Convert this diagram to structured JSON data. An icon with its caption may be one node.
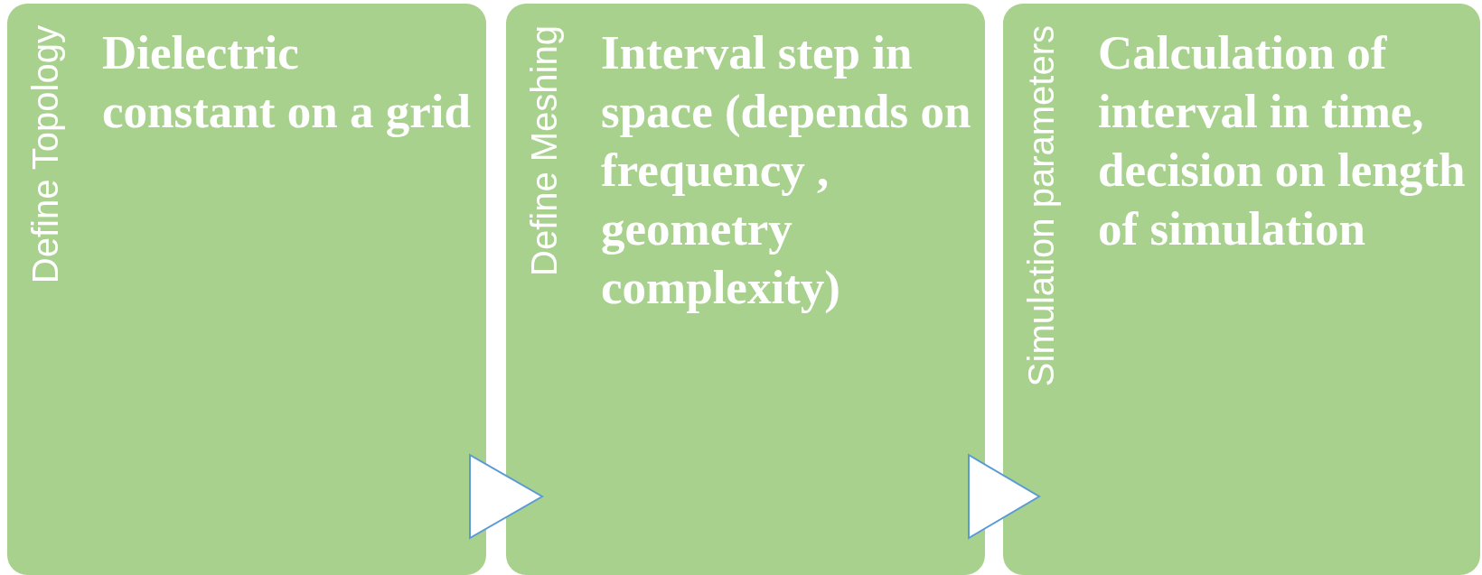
{
  "diagram": {
    "nodes": [
      {
        "text": [
          "Define Topology",
          "Dielectric constant on a grid"
        ]
      },
      {
        "text": [
          "Define Meshing",
          "Interval step in space (depends on frequency , geometry complexity)"
        ]
      },
      {
        "text": [
          "Simulation parameters",
          "Calculation of interval in time, decision on length of simulation"
        ]
      }
    ],
    "edges": [
      {
        "from": 0,
        "to": 1,
        "arrow": "to"
      },
      {
        "from": 1,
        "to": 2,
        "arrow": "to"
      }
    ]
  }
}
